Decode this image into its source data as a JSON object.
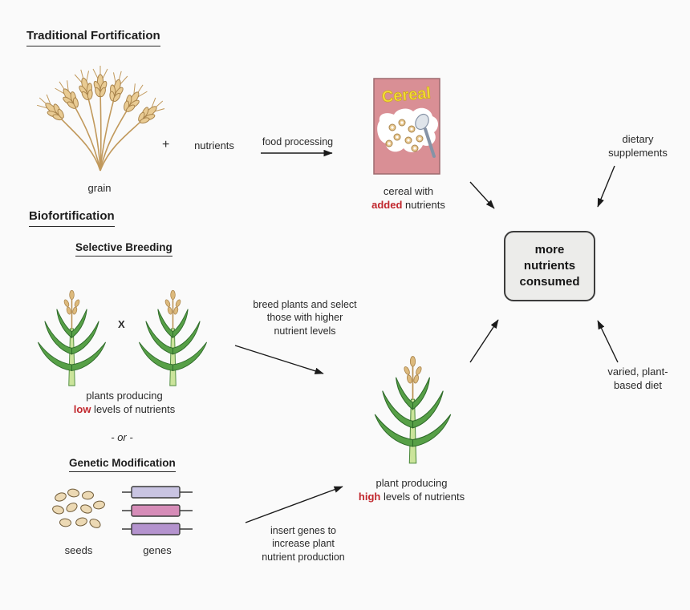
{
  "accent_red": "#c1272d",
  "outcome_box_fill": "#ececea",
  "cereal_box_pink": "#d98f95",
  "headings": {
    "traditional": "Traditional Fortification",
    "biofortification": "Biofortification",
    "selective_breeding": "Selective Breeding",
    "genetic_modification": "Genetic Modification"
  },
  "traditional": {
    "grain_label": "grain",
    "plus": "+",
    "nutrients": "nutrients",
    "process_arrow_label": "food processing",
    "cereal_brand": "Cereal",
    "cereal_caption_line1": "cereal with",
    "cereal_caption_highlight": "added",
    "cereal_caption_rest": " nutrients"
  },
  "biofortification": {
    "cross_symbol": "X",
    "low_plants_line1": "plants producing",
    "low_plants_highlight": "low",
    "low_plants_rest": " levels of nutrients",
    "or_divider": "- or -",
    "seeds_label": "seeds",
    "genes_label": "genes",
    "breed_arrow_label": "breed plants and select those with higher nutrient levels",
    "insert_arrow_label": "insert genes to increase plant nutrient production",
    "high_plant_line1": "plant producing",
    "high_plant_highlight": "high",
    "high_plant_rest": " levels of nutrients"
  },
  "outcome": {
    "box_label": "more nutrients consumed",
    "dietary_supplements": "dietary supplements",
    "varied_diet": "varied, plant-based diet"
  }
}
